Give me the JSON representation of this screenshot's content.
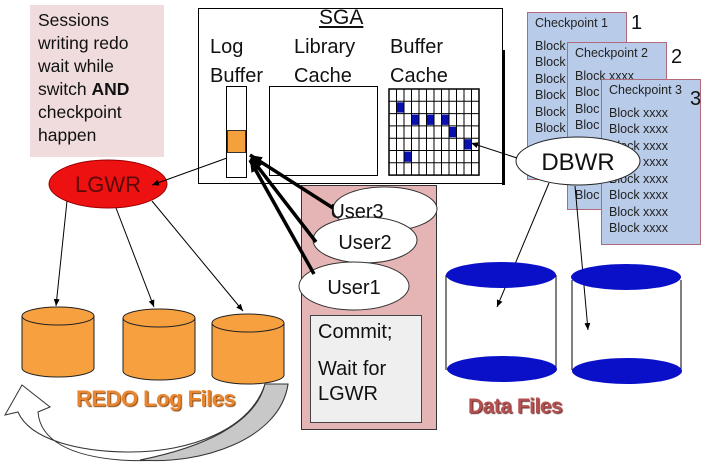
{
  "note": {
    "line1": "Sessions",
    "line2": "writing redo",
    "line3": "wait while",
    "line4_pre": "switch ",
    "line4_bold": "AND",
    "line5": "checkpoint",
    "line6": "happen"
  },
  "sga": {
    "title": "SGA",
    "log_buffer": [
      "Log",
      "Buffer"
    ],
    "library_cache": [
      "Library",
      "Cache"
    ],
    "buffer_cache": [
      "Buffer",
      "Cache"
    ],
    "buffer_grid": {
      "rows": 7,
      "cols": 12,
      "dirty_blocks": [
        [
          1,
          1
        ],
        [
          2,
          3
        ],
        [
          2,
          5
        ],
        [
          2,
          7
        ],
        [
          3,
          8
        ],
        [
          4,
          10
        ],
        [
          5,
          2
        ]
      ]
    }
  },
  "processes": {
    "lgwr": "LGWR",
    "dbwr": "DBWR"
  },
  "users": [
    "User3",
    "User2",
    "User1"
  ],
  "commit_box": {
    "line1": "Commit;",
    "line2": "Wait for",
    "line3": "LGWR"
  },
  "checkpoints": [
    {
      "title": "Checkpoint 1",
      "number": "1",
      "blocks": [
        "Block",
        "Block",
        "Block",
        "Block",
        "Block",
        "Block"
      ]
    },
    {
      "title": "Checkpoint 2",
      "number": "2",
      "blocks": [
        "Block xxxx",
        "Bloc",
        "Bloc",
        "Bloc"
      ]
    },
    {
      "title": "Checkpoint 3",
      "number": "3",
      "blocks": [
        "Block xxxx",
        "Block xxxx",
        "Block xxxx",
        "Block xxxx",
        "Block xxxx",
        "Block xxxx",
        "Block xxxx",
        "Block xxxx"
      ]
    }
  ],
  "labels": {
    "redo_log_files": "REDO Log Files",
    "data_files": "Data Files"
  },
  "colors": {
    "lgwr_fill": "#ee1111",
    "redo_disk": "#f7a040",
    "data_disk": "#0a10c8",
    "checkpoint_bg": "#b8cbe8",
    "sessions_bg": "#e5b5b5",
    "note_bg": "#f0dcdc"
  }
}
